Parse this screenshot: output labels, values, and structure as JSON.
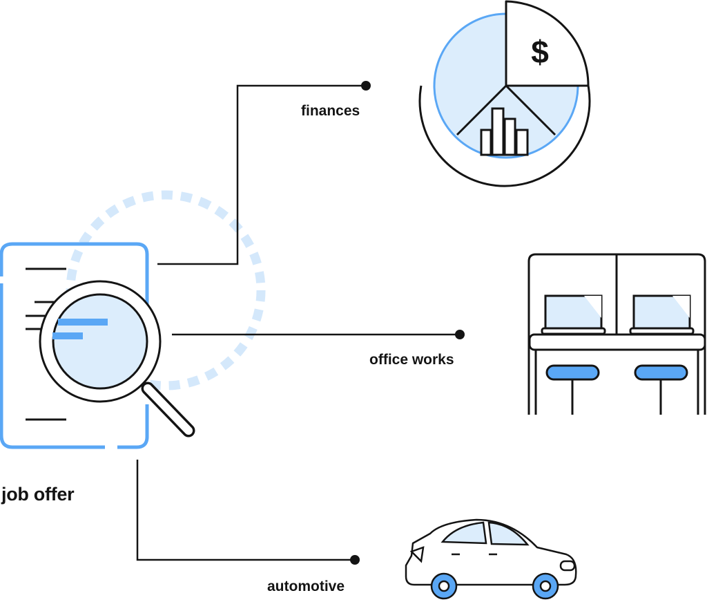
{
  "labels": {
    "job_offer": "job offer",
    "finances": "finances",
    "office_works": "office works",
    "automotive": "automotive"
  },
  "finance_icon": {
    "symbol": "$"
  },
  "colors": {
    "stroke": "#141414",
    "accent": "#5aa7f5",
    "fill_light": "#dcedfc",
    "dotted_ring": "#d4e8fb"
  }
}
